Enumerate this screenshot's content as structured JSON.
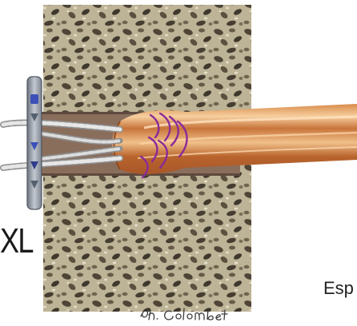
{
  "labels": {
    "left_fragment": "XL",
    "right_fragment": "Esp"
  },
  "signature": "Ph. Colombet",
  "colors": {
    "bone_base": "#b9ad8f",
    "bone_dark": "#4a4233",
    "tunnel": "#8a6e5c",
    "graft": "#c9773a",
    "graft_highlight": "#f4c79a",
    "suture": "#8a2a9a",
    "button": "#8c93a0",
    "button_arrow": "#3c50b8",
    "thread": "#d6d6d6"
  },
  "icons": [
    "bone-block-top",
    "bone-block-bottom",
    "bone-tunnel",
    "tendon-graft",
    "whipstitch-suture",
    "cortical-button",
    "suture-loop"
  ]
}
